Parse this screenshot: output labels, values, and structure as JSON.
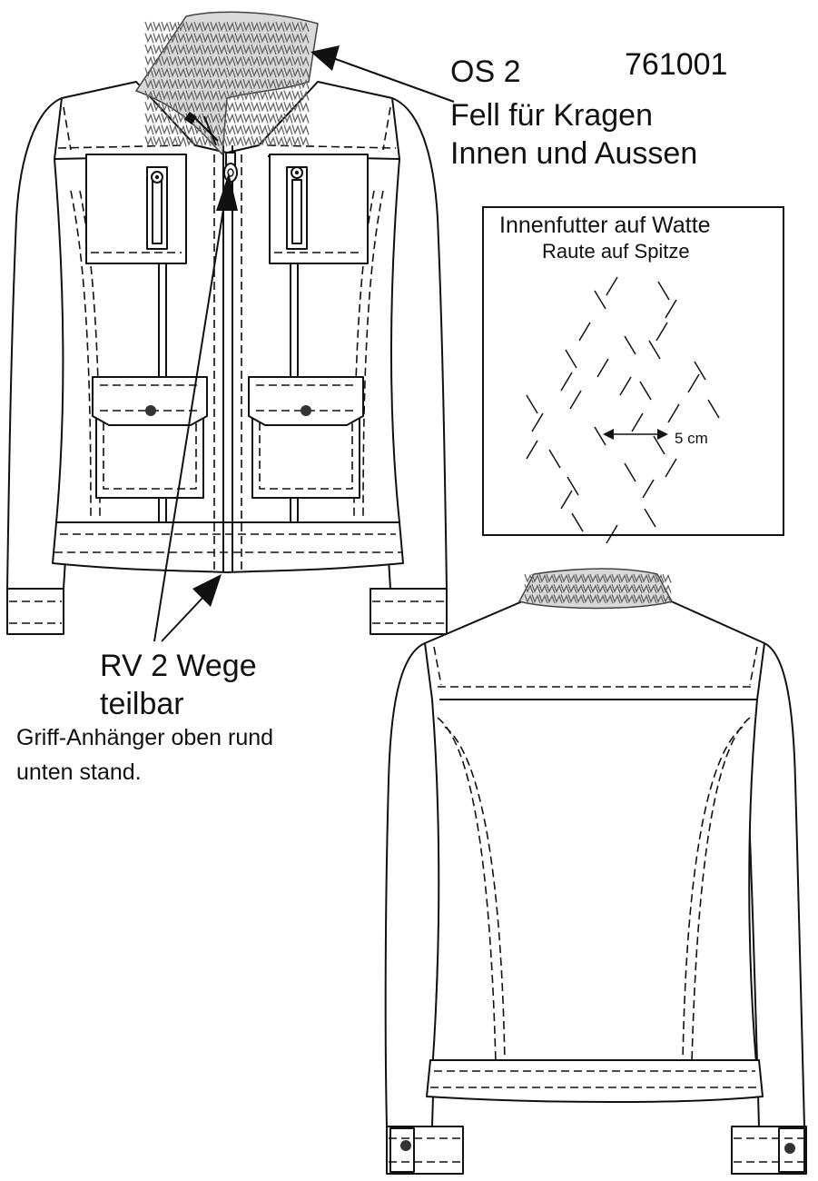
{
  "article_number": "761001",
  "collar_note": {
    "code": "OS 2",
    "line1": "Fell für Kragen",
    "line2": "Innen und Aussen"
  },
  "lining_note": {
    "title": "Innenfutter auf Watte",
    "subtitle": "Raute auf Spitze",
    "spacing": "5 cm"
  },
  "zipper_note": {
    "line1": "RV 2 Wege",
    "line2": "teilbar",
    "line3": "Griff-Anhänger oben rund",
    "line4": "unten stand."
  },
  "icons": [
    "front-jacket-sketch",
    "back-jacket-sketch",
    "quilt-diamond-pattern",
    "leader-arrow"
  ]
}
